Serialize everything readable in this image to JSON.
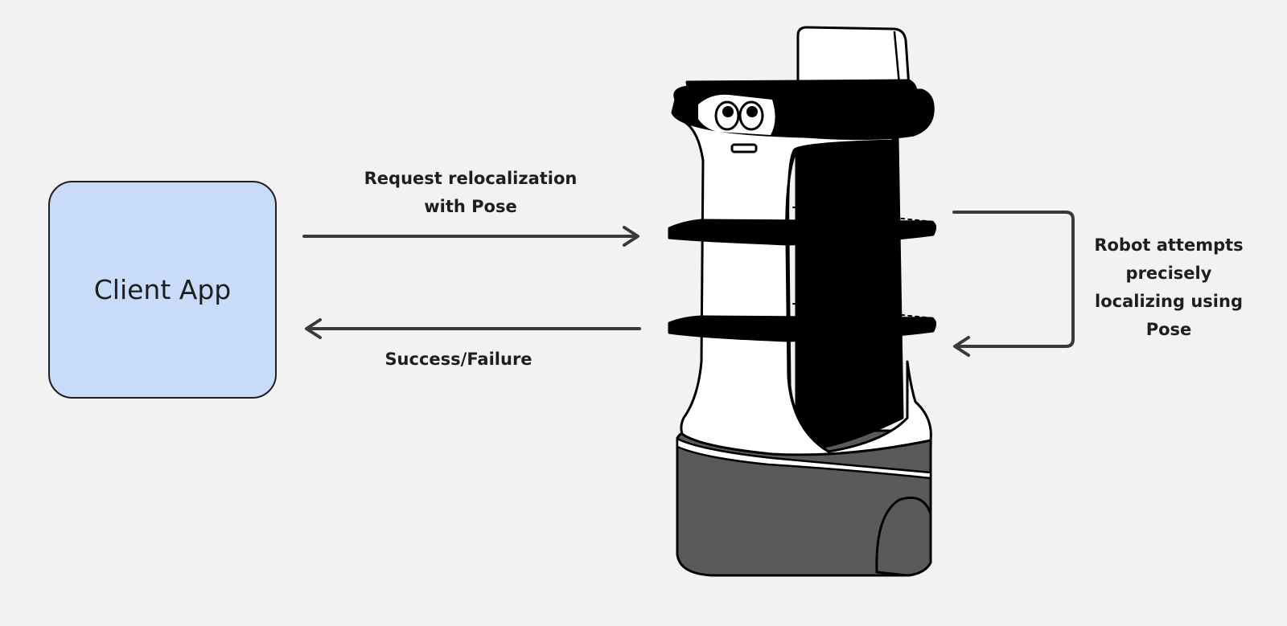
{
  "client": {
    "label": "Client App"
  },
  "request_arrow": {
    "line1": "Request relocalization",
    "line2": "with Pose"
  },
  "response_arrow": {
    "label": "Success/Failure"
  },
  "robot_loop": {
    "line1": "Robot attempts",
    "line2": "precisely",
    "line3": "localizing using",
    "line4": "Pose"
  },
  "colors": {
    "background": "#f3f2f2",
    "client_fill": "#c8dcfa",
    "ink": "#1e1e1e",
    "robot_base": "#5a5a5a",
    "arrow": "#3a3a3a"
  },
  "icons": {
    "robot": "delivery-robot-illustration"
  }
}
